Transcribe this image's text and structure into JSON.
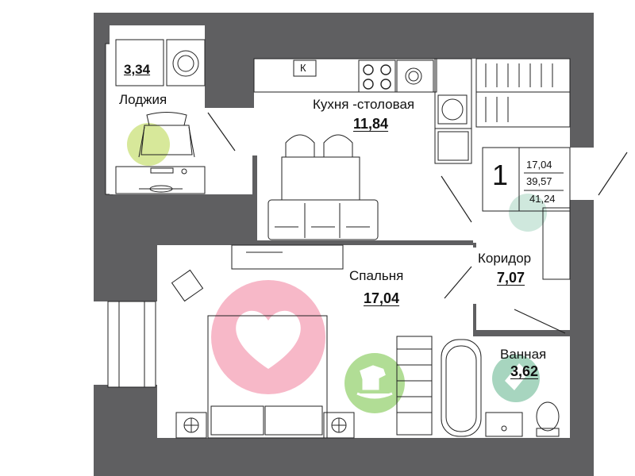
{
  "colors": {
    "wall": "#5f5f61",
    "furniture_stroke": "#222222",
    "bedroom_badge": "#f7b8c8",
    "loggia_badge": "#d7e89a",
    "kids_badge": "#a9d98a",
    "bath_badge": "#a7d5bf",
    "corridor_badge": "#cfe8dd"
  },
  "icons": [
    "heart-icon",
    "rocking-horse-icon",
    "leaf-icon",
    "chair-icon",
    "stove-icon",
    "washing-machine-icon",
    "sink-icon",
    "toilet-icon",
    "bathtub-icon"
  ],
  "rooms": {
    "loggia": {
      "label": "Лоджия",
      "area": "3,34"
    },
    "kitchen": {
      "label": "Кухня -столовая",
      "area": "11,84",
      "fridge_mark": "К"
    },
    "bedroom": {
      "label": "Спальня",
      "area": "17,04"
    },
    "corridor": {
      "label": "Коридор",
      "area": "7,07"
    },
    "bathroom": {
      "label": "Ванная",
      "area": "3,62"
    }
  },
  "summary": {
    "rooms_count": "1",
    "living_area": "17,04",
    "total_area": "39,57",
    "total_with_loggia": "41,24"
  }
}
